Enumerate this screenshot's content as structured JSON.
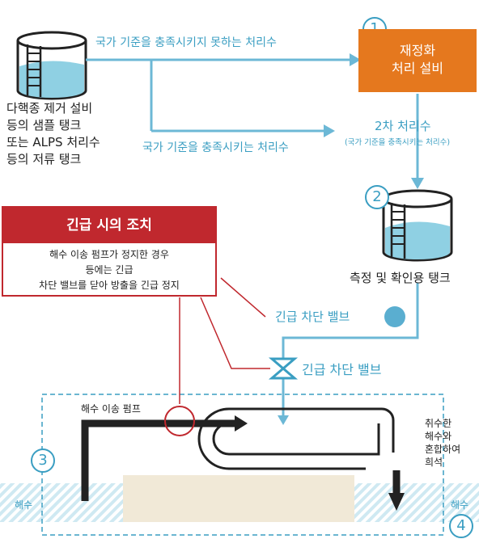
{
  "source": {
    "lines": [
      "다핵종 제거 설비",
      "등의 샘플 탱크",
      "또는 ALPS 처리수",
      "등의 저류 탱크"
    ]
  },
  "flow_labels": {
    "not_meeting": "국가 기준을 충족시키지 못하는 처리수",
    "meeting": "국가 기준을 충족시키는 처리수",
    "secondary": "2차 처리수",
    "secondary_note": "(국가 기준을 충족시키는 처리수)"
  },
  "steps": {
    "one": "1",
    "two": "2",
    "three": "3",
    "four": "4"
  },
  "retreatment": {
    "line1": "재정화",
    "line2": "처리 설비"
  },
  "measurement_tank": "측정 및 확인용 탱크",
  "emergency": {
    "title": "긴급 시의 조치",
    "body_lines": [
      "해수 이송 펌프가 정지한 경우",
      "등에는 긴급",
      "차단 밸브를 닫아 방출을 긴급 정지"
    ]
  },
  "valve1": "긴급 차단 밸브",
  "valve2": "긴급 차단 밸브",
  "pump": "해수 이송 펌프",
  "intake": {
    "lines": [
      "취수한",
      "해수와",
      "혼합하여",
      "희석"
    ]
  },
  "seawater_left": "해수",
  "seawater_right": "해수",
  "colors": {
    "accent_blue": "#3a9ec2",
    "orange": "#e5781e",
    "red": "#c0282e",
    "water": "#8fd0e3",
    "sand": "#f1e9d7",
    "pipe": "#222222"
  }
}
